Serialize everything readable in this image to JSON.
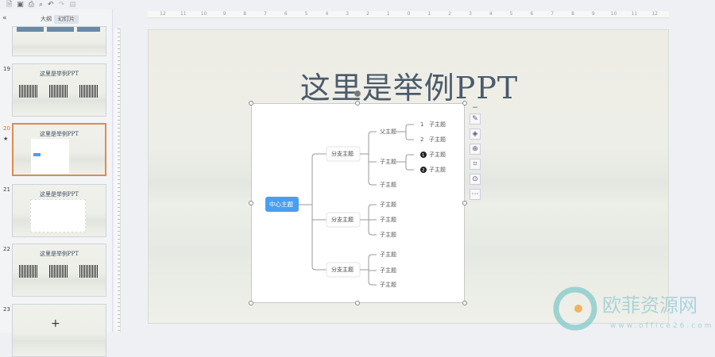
{
  "toolbar": {
    "icons": [
      "save-icon",
      "export-icon",
      "print-icon",
      "preview-icon",
      "undo-icon",
      "redo-icon",
      "format-painter-icon"
    ]
  },
  "left_panel": {
    "collapse": "«",
    "tabs": [
      {
        "label": "大纲"
      },
      {
        "label": "幻灯片",
        "active": true
      }
    ],
    "add": "+",
    "slides": [
      {
        "num": "",
        "title": ""
      },
      {
        "num": "19",
        "title": "这里是举例PPT"
      },
      {
        "num": "20",
        "title": "这里是举例PPT",
        "selected": true,
        "star": "★"
      },
      {
        "num": "21",
        "title": "这里是举例PPT"
      },
      {
        "num": "22",
        "title": "这里是举例PPT"
      },
      {
        "num": "23",
        "title": ""
      }
    ]
  },
  "ruler": {
    "ticks": [
      "12",
      "11",
      "10",
      "9",
      "8",
      "7",
      "6",
      "5",
      "4",
      "3",
      "2",
      "1",
      "0",
      "1",
      "2",
      "3",
      "4",
      "5",
      "6",
      "7",
      "8",
      "9",
      "10",
      "11",
      "12"
    ]
  },
  "slide": {
    "title": "这里是举例PPT",
    "mindmap": {
      "center": "中心主题",
      "branches": [
        {
          "label": "分支主题",
          "children": [
            {
              "label": "父主题",
              "children": [
                {
                  "marker": "1",
                  "label": "子主题"
                },
                {
                  "marker": "2",
                  "label": "子主题"
                }
              ]
            },
            {
              "label": "子主题",
              "children": [
                {
                  "marker": "1",
                  "label": "子主题",
                  "filled": true
                },
                {
                  "marker": "2",
                  "label": "子主题",
                  "filled": true
                }
              ]
            },
            {
              "label": "子主题"
            }
          ]
        },
        {
          "label": "分支主题",
          "children": [
            {
              "label": "子主题"
            },
            {
              "label": "子主题"
            },
            {
              "label": "子主题"
            }
          ]
        },
        {
          "label": "分支主题",
          "children": [
            {
              "label": "子主题"
            },
            {
              "label": "子主题"
            },
            {
              "label": "子主题"
            }
          ]
        }
      ]
    }
  },
  "side_tools": [
    "minus-icon",
    "edit-icon",
    "layers-icon",
    "zoom-icon",
    "crop-icon",
    "location-icon",
    "more-icon"
  ],
  "colors": {
    "accent": "#4a9ef0",
    "selected_border": "#e08a50",
    "title": "#4b5b6b"
  },
  "watermark": {
    "text": "欧菲资源网",
    "url": "www.office26.com"
  }
}
